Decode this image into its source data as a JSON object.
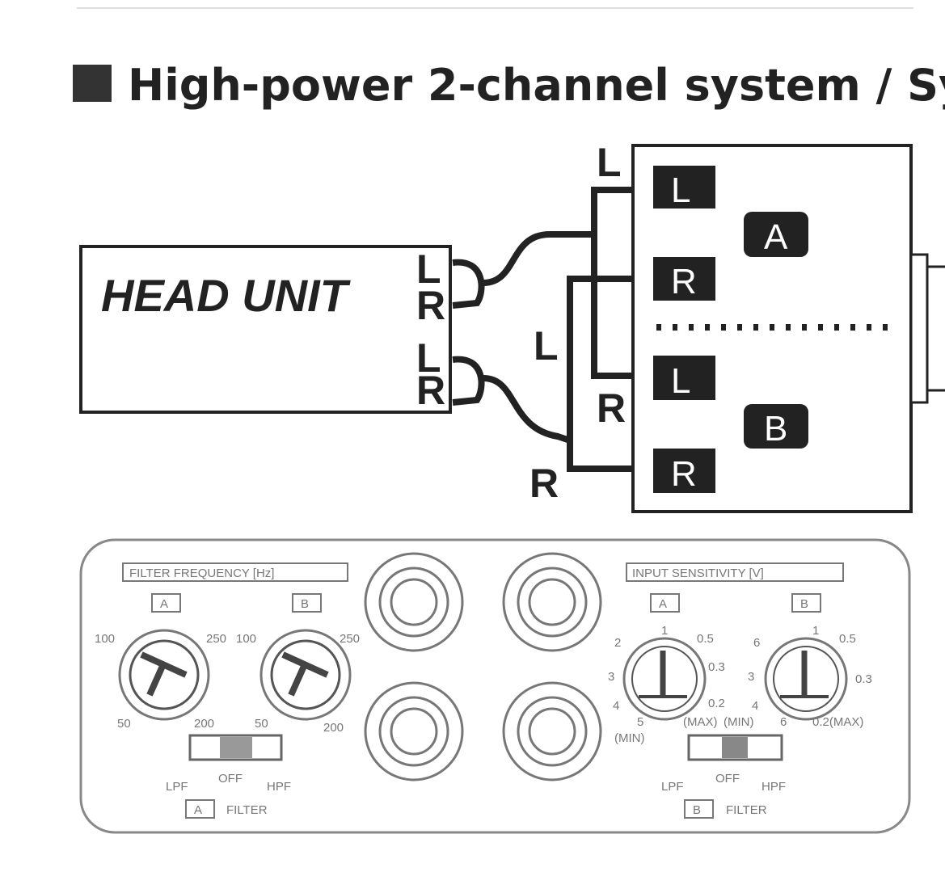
{
  "title": "High-power 2-channel system / Sy",
  "head_unit": {
    "label": "HEAD UNIT",
    "outputs": [
      "L",
      "R",
      "L",
      "R"
    ]
  },
  "wire_labels": {
    "top_l": "L",
    "mid_l": "L",
    "mid_r": "R",
    "bottom_r": "R"
  },
  "amp": {
    "inputs": [
      "L",
      "R",
      "L",
      "R"
    ],
    "channel_a": "A",
    "channel_b": "B"
  },
  "panel": {
    "filter_frequency_label": "FILTER FREQUENCY [Hz]",
    "filter_a_label": "A",
    "filter_b_label": "B",
    "filter_knob_a_ticks": [
      "100",
      "250",
      "50",
      "200"
    ],
    "filter_knob_b_ticks": [
      "100",
      "250",
      "50",
      "200"
    ],
    "filter_a_switch": {
      "lpf": "LPF",
      "off": "OFF",
      "hpf": "HPF",
      "label_badge": "A",
      "label": "FILTER"
    },
    "input_sensitivity_label": "INPUT SENSITIVITY [V]",
    "sens_a_label": "A",
    "sens_b_label": "B",
    "sens_knob_a_ticks": [
      "2",
      "1",
      "0.5",
      "3",
      "0.3",
      "4",
      "0.2",
      "5",
      "(MIN)",
      "(MAX)"
    ],
    "sens_knob_b_ticks": [
      "6",
      "1",
      "0.5",
      "3",
      "0.3",
      "4",
      "(MIN)",
      "6",
      "0.2(MAX)"
    ],
    "filter_b_switch": {
      "lpf": "LPF",
      "off": "OFF",
      "hpf": "HPF",
      "label_badge": "B",
      "label": "FILTER"
    }
  }
}
